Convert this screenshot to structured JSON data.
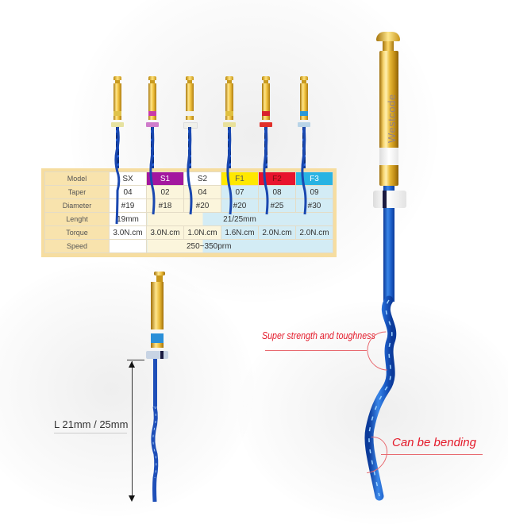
{
  "table": {
    "headers": {
      "row_label": "Model",
      "models": [
        "SX",
        "S1",
        "S2",
        "F1",
        "F2",
        "F3"
      ]
    },
    "header_colors": {
      "SX": "#ffffff",
      "S1": "#a3179f",
      "S2": "#ffffff",
      "F1": "#ffe800",
      "F2": "#e8132d",
      "F3": "#28b3e3"
    },
    "rows": [
      {
        "label": "Taper",
        "values": [
          "04",
          "02",
          "04",
          "07",
          "08",
          "09"
        ]
      },
      {
        "label": "Diameter",
        "values": [
          "#19",
          "#18",
          "#20",
          "#20",
          "#25",
          "#30"
        ]
      },
      {
        "label": "Lenght",
        "values": [
          "19mm",
          "21/25mm"
        ]
      },
      {
        "label": "Torque",
        "values": [
          "3.0N.cm",
          "3.0N.cm",
          "1.0N.cm",
          "1.6N.cm",
          "2.0N.cm",
          "2.0N.cm"
        ]
      },
      {
        "label": "Speed",
        "values": [
          "250~350prm"
        ]
      }
    ]
  },
  "files": [
    {
      "model": "SX",
      "band_color": "#e8e8a8",
      "stop_color": "#e6e2a0"
    },
    {
      "model": "S1",
      "band_color": "#c93aa8",
      "stop_color": "#cf7ccb"
    },
    {
      "model": "S2",
      "band_color": "#f2f2ee",
      "stop_color": "#f0f0ea"
    },
    {
      "model": "F1",
      "band_color": "#e0c040",
      "stop_color": "#e8e09a"
    },
    {
      "model": "F2",
      "band_color": "#d8202c",
      "stop_color": "#e0302a"
    },
    {
      "model": "F3",
      "band_color": "#2a98d8",
      "stop_color": "#b8d4e8"
    }
  ],
  "brand": "Westcode",
  "annotations": {
    "strength": "Super strength and toughness",
    "bending": "Can be bending",
    "length": "L 21mm / 25mm"
  },
  "colors": {
    "accent_red": "#e41a2a",
    "file_blue": "#1f54c8",
    "gold": "#e8b836"
  }
}
